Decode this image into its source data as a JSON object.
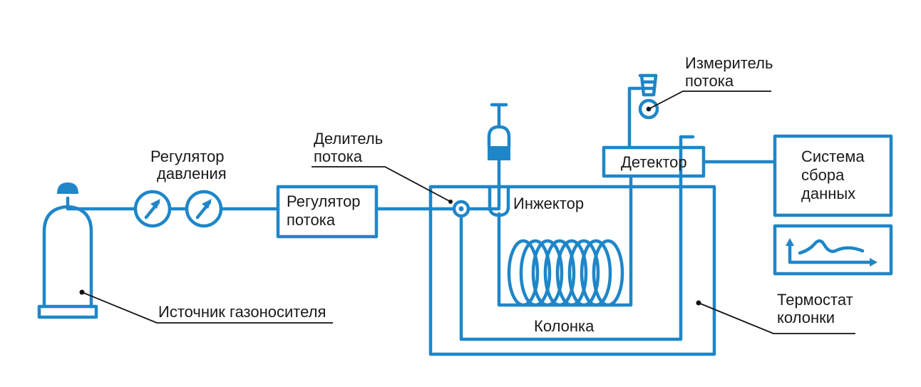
{
  "labels": {
    "pressure_regulator": [
      "Регулятор",
      "давления"
    ],
    "flow_regulator": [
      "Регулятор",
      "потока"
    ],
    "flow_splitter": [
      "Делитель",
      "потока"
    ],
    "injector": "Инжектор",
    "flow_meter": [
      "Измеритель",
      "потока"
    ],
    "detector": "Детектор",
    "data_system": [
      "Система",
      "сбора",
      "данных"
    ],
    "gas_source": "Источник газоносителя",
    "column": "Колонка",
    "column_oven": [
      "Термостат",
      "колонки"
    ]
  },
  "colors": {
    "line": "#1f86c8",
    "leader": "#111111",
    "text": "#1a1a1a"
  }
}
